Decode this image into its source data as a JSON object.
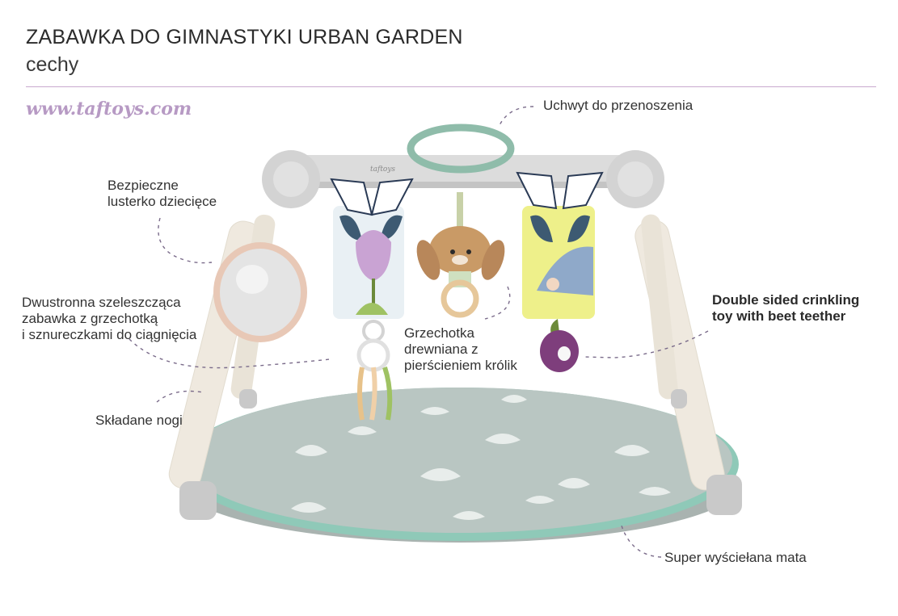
{
  "header": {
    "title": "ZABAWKA DO GIMNASTYKI URBAN GARDEN",
    "subtitle": "cechy",
    "url": "www.taftoys.com"
  },
  "brand_mark": "taftoys",
  "colors": {
    "accent": "#c9a9cf",
    "handle": "#8fbcaa",
    "mat": "#b7c4c0",
    "frame": "#d8d8d8",
    "legs": "#efe9df"
  },
  "callouts": {
    "handle": "Uchwyt do przenoszenia",
    "mirror_line1": "Bezpieczne",
    "mirror_line2": "lusterko dziecięce",
    "crinkle_line1": "Dwustronna szeleszcząca",
    "crinkle_line2": "zabawka z grzechotką",
    "crinkle_line3": "i sznureczkami do ciągnięcia",
    "rattle_line1": "Grzechotka",
    "rattle_line2": "drewniana z",
    "rattle_line3": "pierścieniem królik",
    "beet_line1": "Double sided crinkling",
    "beet_line2": "toy with beet teether",
    "legs": "Składane nogi",
    "mat": "Super wyściełana mata"
  }
}
